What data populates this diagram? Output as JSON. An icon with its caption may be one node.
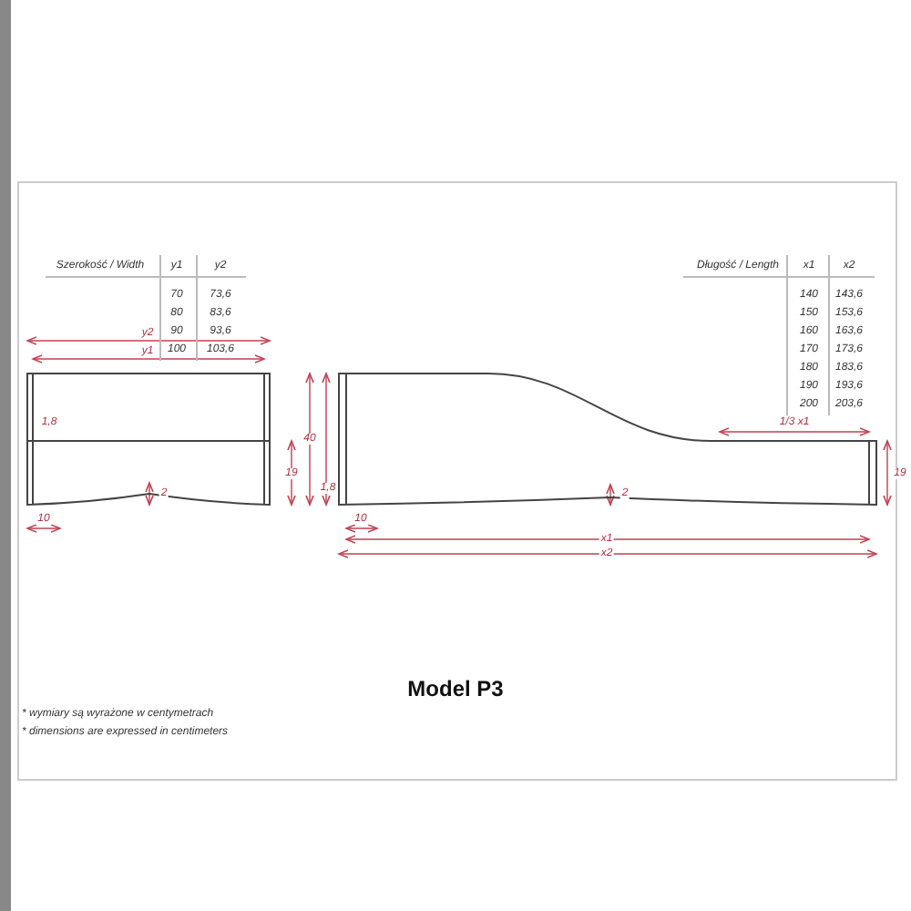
{
  "diagram": {
    "title": "Model P3",
    "labels": [
      "Szerokość / Width",
      "y1",
      "y2",
      "70",
      "73,6",
      "80",
      "83,6",
      "90",
      "93,6",
      "100",
      "103,6",
      "Długość / Length",
      "x1",
      "x2",
      "140",
      "143,6",
      "150",
      "153,6",
      "160",
      "163,6",
      "170",
      "173,6",
      "180",
      "183,6",
      "190",
      "193,6",
      "200",
      "203,6",
      "y2",
      "y1",
      "1,8",
      "40",
      "19",
      "10",
      "2",
      "1/3 x1",
      "1,8",
      "19",
      "2",
      "10",
      "x1",
      "x2",
      "* wymiary są wyrażone w centymetrach",
      "* dimensions are expressed in centimeters"
    ]
  }
}
